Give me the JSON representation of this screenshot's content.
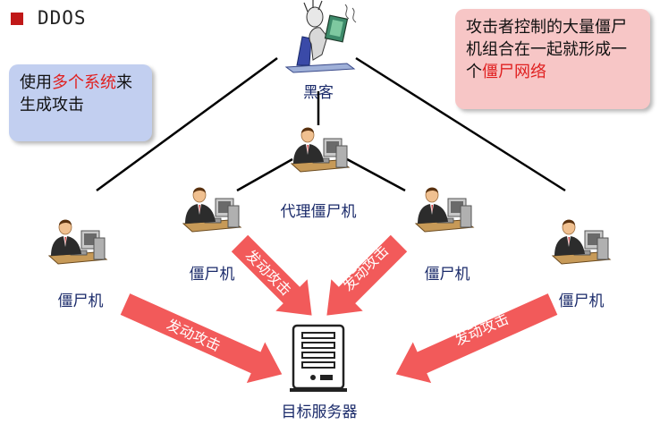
{
  "title": "DDOS",
  "callouts": {
    "left": {
      "part1": "使用",
      "highlight": "多个系统",
      "part2": "来生成攻击"
    },
    "right": {
      "part1": "攻击者控制的大量僵尸机组合在一起就形成一个",
      "highlight": "僵尸网络"
    }
  },
  "nodes": {
    "hacker": "黑客",
    "proxy": "代理僵尸机",
    "zombie_far_left": "僵尸机",
    "zombie_mid_left": "僵尸机",
    "zombie_mid_right": "僵尸机",
    "zombie_far_right": "僵尸机",
    "target": "目标服务器"
  },
  "arrows": {
    "left": "发动攻击",
    "mid_left": "发动攻击",
    "mid_right": "发动攻击",
    "right": "发动攻击"
  },
  "colors": {
    "arrow": "#f25a5a",
    "bullet": "#c01818",
    "label_text": "#1a2a6a",
    "highlight": "#e02020",
    "callout_left_bg": "#c2cff0",
    "callout_right_bg": "#f7c6c6"
  },
  "icons": [
    "hacker-icon",
    "person-computer-icon",
    "server-icon"
  ]
}
